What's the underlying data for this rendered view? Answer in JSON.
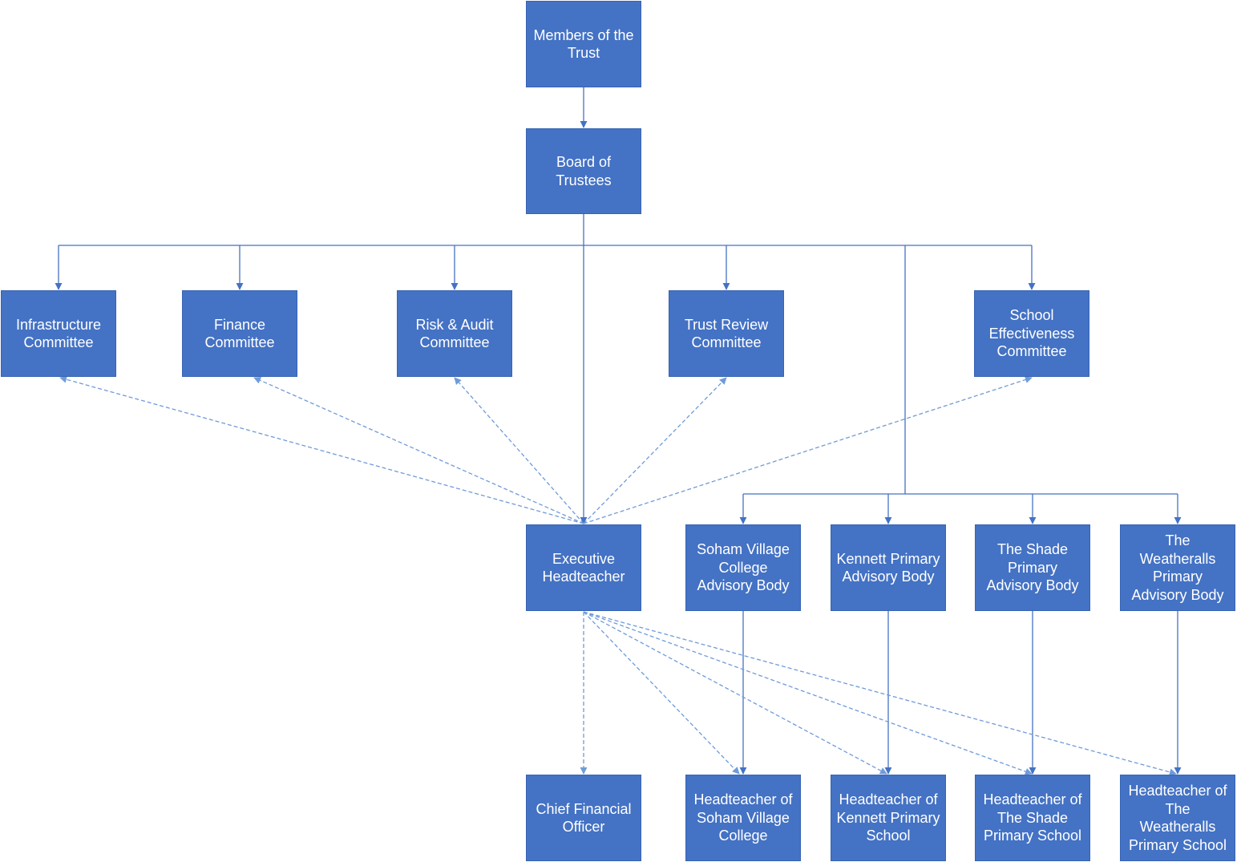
{
  "colors": {
    "box_fill": "#4472C4",
    "solid_line": "#4472C4",
    "dashed_line": "#6F9BD9",
    "text": "#FFFFFF"
  },
  "nodes": {
    "members": {
      "label": "Members of the Trust"
    },
    "board": {
      "label": "Board of Trustees"
    },
    "infrastructure": {
      "label": "Infrastructure Committee"
    },
    "finance": {
      "label": "Finance Committee"
    },
    "risk_audit": {
      "label": "Risk & Audit Committee"
    },
    "trust_review": {
      "label": "Trust Review Committee"
    },
    "school_effectiveness": {
      "label": "School Effectiveness Committee"
    },
    "exec_head": {
      "label": "Executive Headteacher"
    },
    "soham_advisory": {
      "label": "Soham Village College Advisory Body"
    },
    "kennett_advisory": {
      "label": "Kennett Primary Advisory Body"
    },
    "shade_advisory": {
      "label": "The Shade Primary Advisory Body"
    },
    "weatheralls_advisory": {
      "label": "The Weatheralls Primary Advisory Body"
    },
    "cfo": {
      "label": "Chief Financial Officer"
    },
    "soham_head": {
      "label": "Headteacher of Soham Village College"
    },
    "kennett_head": {
      "label": "Headteacher of Kennett Primary School"
    },
    "shade_head": {
      "label": "Headteacher of The Shade Primary School"
    },
    "weatheralls_head": {
      "label": "Headteacher of The Weatheralls Primary School"
    }
  },
  "edges": [
    {
      "from": "members",
      "to": "board",
      "style": "solid"
    },
    {
      "from": "board",
      "to": "infrastructure",
      "style": "solid"
    },
    {
      "from": "board",
      "to": "finance",
      "style": "solid"
    },
    {
      "from": "board",
      "to": "risk_audit",
      "style": "solid"
    },
    {
      "from": "board",
      "to": "trust_review",
      "style": "solid"
    },
    {
      "from": "board",
      "to": "school_effectiveness",
      "style": "solid"
    },
    {
      "from": "board",
      "to": "exec_head",
      "style": "solid"
    },
    {
      "from": "board",
      "to": "soham_advisory",
      "style": "solid"
    },
    {
      "from": "board",
      "to": "kennett_advisory",
      "style": "solid"
    },
    {
      "from": "board",
      "to": "shade_advisory",
      "style": "solid"
    },
    {
      "from": "board",
      "to": "weatheralls_advisory",
      "style": "solid"
    },
    {
      "from": "soham_advisory",
      "to": "soham_head",
      "style": "solid"
    },
    {
      "from": "kennett_advisory",
      "to": "kennett_head",
      "style": "solid"
    },
    {
      "from": "shade_advisory",
      "to": "shade_head",
      "style": "solid"
    },
    {
      "from": "weatheralls_advisory",
      "to": "weatheralls_head",
      "style": "solid"
    },
    {
      "from": "exec_head",
      "to": "infrastructure",
      "style": "dashed"
    },
    {
      "from": "exec_head",
      "to": "finance",
      "style": "dashed"
    },
    {
      "from": "exec_head",
      "to": "risk_audit",
      "style": "dashed"
    },
    {
      "from": "exec_head",
      "to": "trust_review",
      "style": "dashed"
    },
    {
      "from": "exec_head",
      "to": "school_effectiveness",
      "style": "dashed"
    },
    {
      "from": "exec_head",
      "to": "cfo",
      "style": "dashed"
    },
    {
      "from": "exec_head",
      "to": "soham_head",
      "style": "dashed"
    },
    {
      "from": "exec_head",
      "to": "kennett_head",
      "style": "dashed"
    },
    {
      "from": "exec_head",
      "to": "shade_head",
      "style": "dashed"
    },
    {
      "from": "exec_head",
      "to": "weatheralls_head",
      "style": "dashed"
    }
  ]
}
